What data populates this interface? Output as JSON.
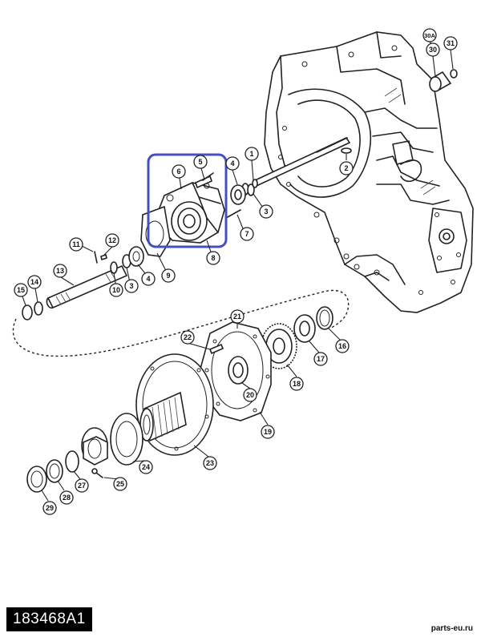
{
  "drawing_number": "183468A1",
  "watermark": "parts-eu.ru",
  "highlight_color": "#4450c2",
  "callouts": {
    "c1": "1",
    "c2": "2",
    "c3a": "3",
    "c3b": "3",
    "c4a": "4",
    "c4b": "4",
    "c5": "5",
    "c6": "6",
    "c7": "7",
    "c8": "8",
    "c9": "9",
    "c10": "10",
    "c11": "11",
    "c12": "12",
    "c13": "13",
    "c14": "14",
    "c15": "15",
    "c16": "16",
    "c17": "17",
    "c18": "18",
    "c19": "19",
    "c20": "20",
    "c21": "21",
    "c22": "22",
    "c23": "23",
    "c24": "24",
    "c25": "25",
    "c27": "27",
    "c28": "28",
    "c29": "29",
    "c30a": "30A",
    "c30": "30",
    "c31": "31"
  }
}
